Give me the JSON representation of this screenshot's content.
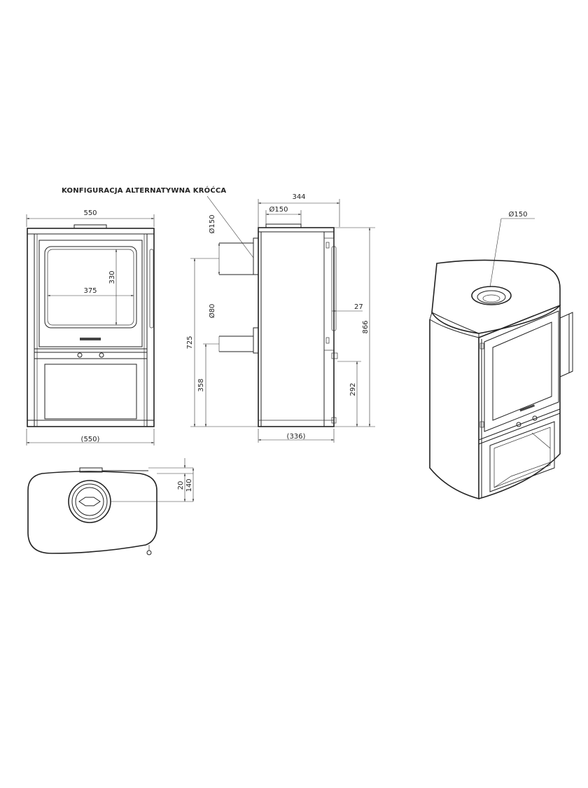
{
  "annotation": "KONFIGURACJA ALTERNATYWNA KRÓĆCA",
  "front_view": {
    "width_top": "550",
    "width_bottom": "(550)",
    "window_width": "375",
    "window_height": "330"
  },
  "side_view": {
    "depth_top": "344",
    "depth_bottom": "(336)",
    "flue_top": "Ø150",
    "flue_side": "Ø150",
    "air_inlet": "Ø80",
    "height_total": "866",
    "height_side_flue": "725",
    "height_air_inlet": "358",
    "height_ash": "292",
    "handle_offset": "27"
  },
  "top_view": {
    "offset_small": "20",
    "offset_flue": "140"
  },
  "iso_view": {
    "flue": "Ø150"
  }
}
